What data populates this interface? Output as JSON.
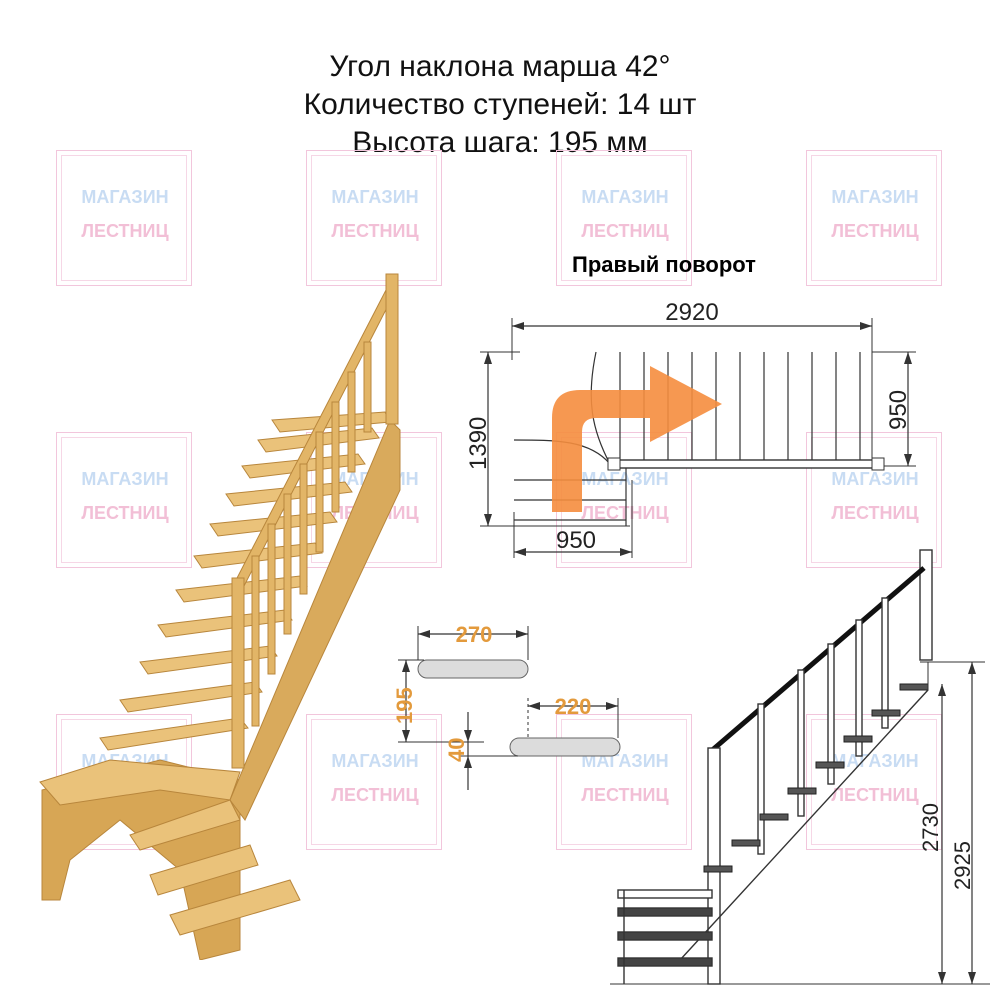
{
  "specs": {
    "angle": "Угол наклона марша 42°",
    "steps": "Количество ступеней: 14 шт",
    "step_height": "Высота шага: 195 мм"
  },
  "watermark": {
    "line1": "МАГАЗИН",
    "line2": "ЛЕСТНИЦ"
  },
  "turn_label": "Правый поворот",
  "plan": {
    "width": "2920",
    "depth": "1390",
    "flight_width": "950",
    "landing_width": "950"
  },
  "tread": {
    "depth": "270",
    "going": "220",
    "rise": "195",
    "thickness": "40"
  },
  "elevation": {
    "floor_height": "2730",
    "total_height": "2925"
  },
  "colors": {
    "wood": "#e2b567",
    "wood_dark": "#b8863c",
    "arrow": "#f58d3e",
    "dim_orange": "#e39a3c"
  }
}
